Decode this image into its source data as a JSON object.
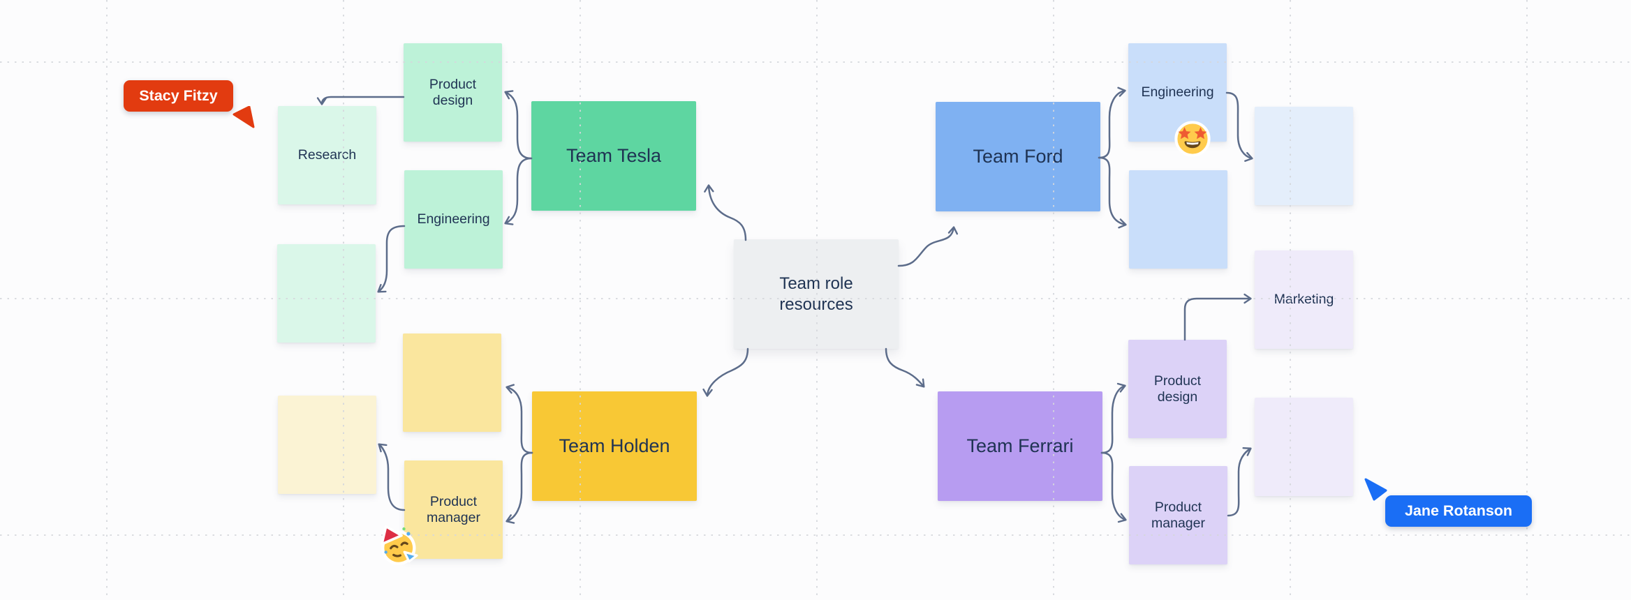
{
  "nodes": {
    "center": "Team role resources",
    "tesla": {
      "title": "Team Tesla",
      "product_design": "Product design",
      "research": "Research",
      "engineering": "Engineering"
    },
    "holden": {
      "title": "Team Holden",
      "product_manager": "Product manager"
    },
    "ford": {
      "title": "Team Ford",
      "engineering": "Engineering"
    },
    "ferrari": {
      "title": "Team Ferrari",
      "product_design": "Product design",
      "product_manager": "Product manager",
      "marketing": "Marketing"
    }
  },
  "collaborators": {
    "stacy": {
      "name": "Stacy Fitzy",
      "color": "#E23B10"
    },
    "jane": {
      "name": "Jane Rotanson",
      "color": "#1A6EF5"
    }
  },
  "stickers": {
    "on_ford_engineering": "star-struck-emoji",
    "on_holden_product_manager": "partying-face-emoji"
  },
  "colors": {
    "background": "#FCFCFD",
    "grid": "#D5D7DC",
    "connector": "#5C6C8A",
    "text": "#1F3353",
    "center_bg": "#EDEFF1",
    "tesla_team": "#5ED6A1",
    "tesla_note": "#BDF2D8",
    "tesla_note_light": "#DAF7E9",
    "holden_team": "#F8C835",
    "holden_note": "#FAE69E",
    "holden_note_light": "#FBF3D4",
    "ford_team": "#7FB1F2",
    "ford_note": "#C9DEFA",
    "ford_note_light": "#E4EEFB",
    "ferrari_team": "#B79CF1",
    "ferrari_note": "#DCD2F7",
    "ferrari_note_light": "#EFEBFA"
  }
}
